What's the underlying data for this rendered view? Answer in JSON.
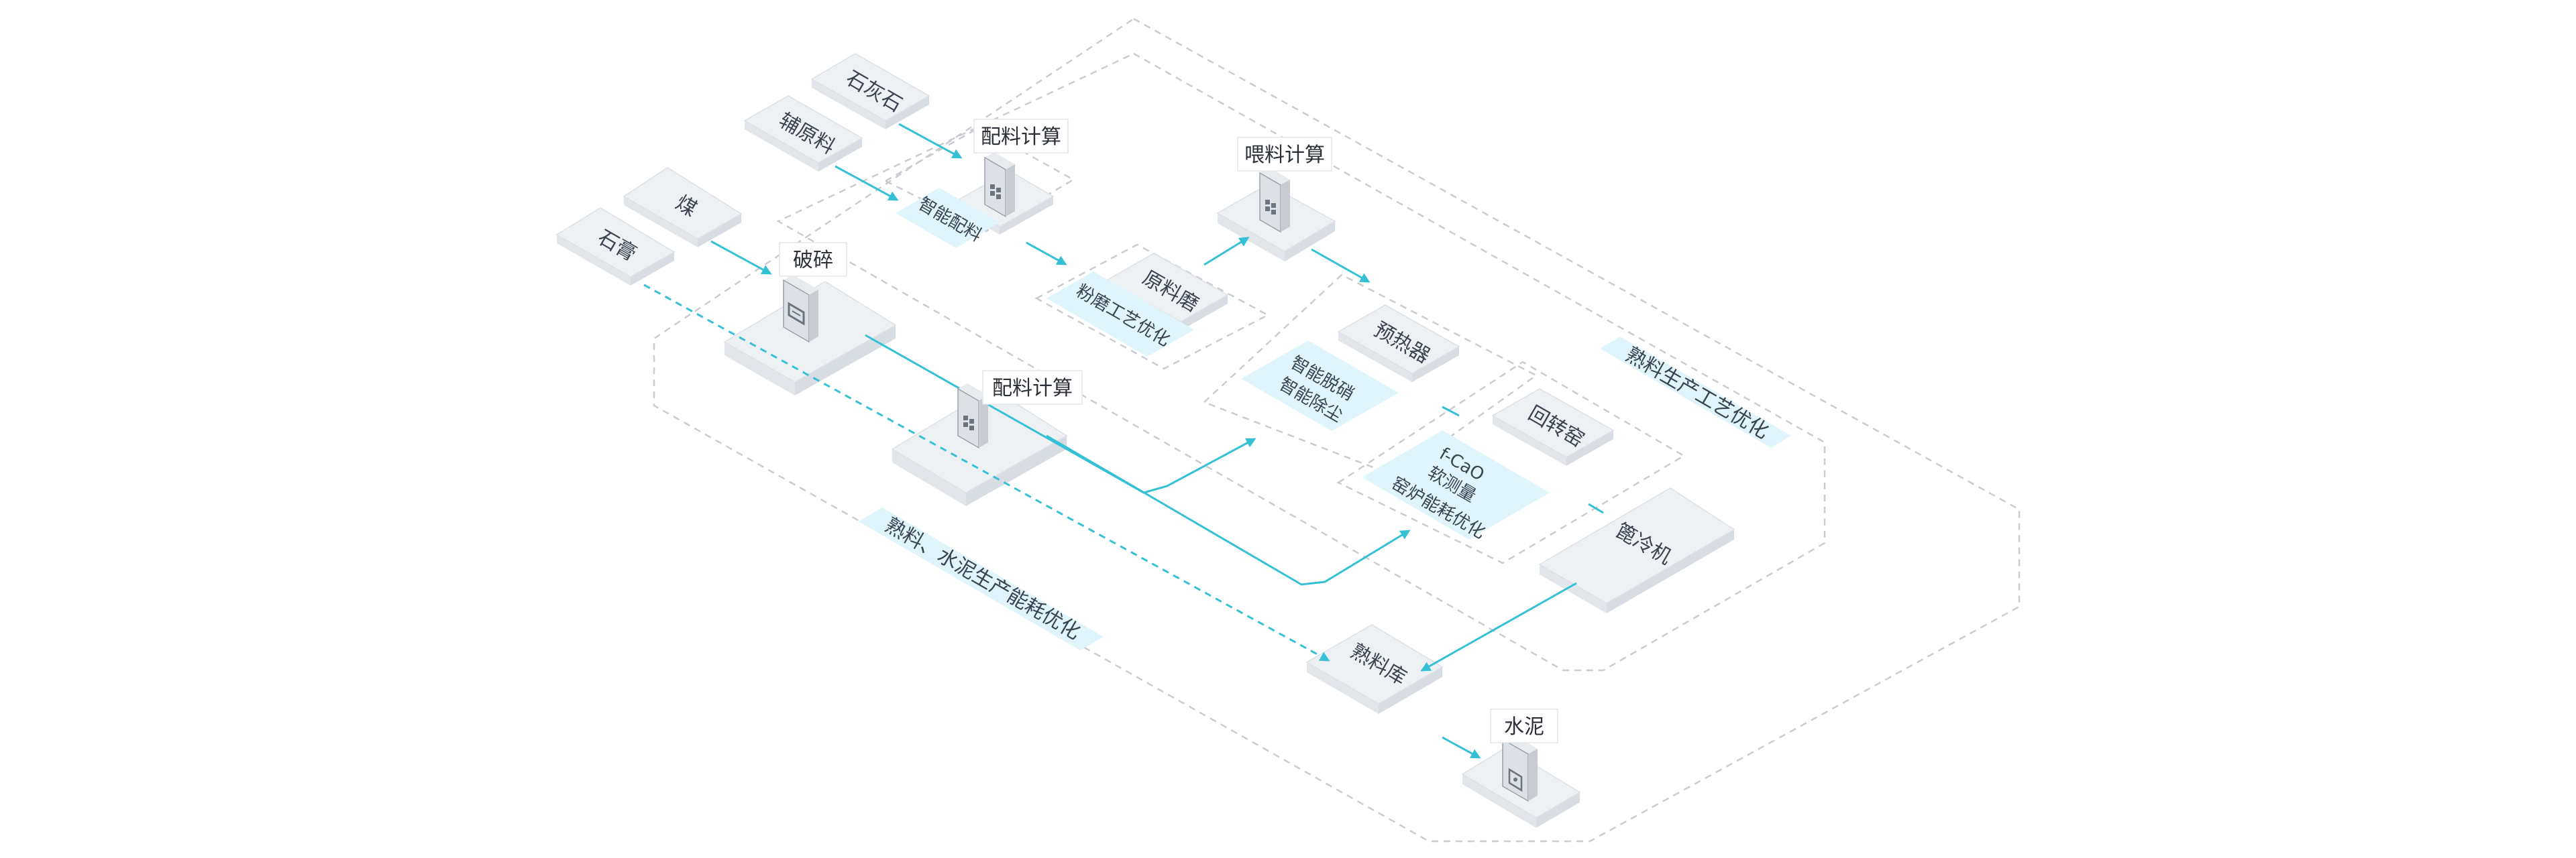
{
  "inputs": {
    "limestone": "石灰石",
    "aux_material": "辅原料",
    "coal": "煤",
    "gypsum": "石膏"
  },
  "callouts": {
    "batching_top": "配料计算",
    "feeding": "喂料计算",
    "crushing": "破碎",
    "batching_mid": "配料计算",
    "cement": "水泥"
  },
  "nodes": {
    "raw_mill": "原料磨",
    "preheater": "预热器",
    "rotary_kiln": "回转窑",
    "cooler": "篦冷机",
    "clinker_silo": "熟料库"
  },
  "tags": {
    "smart_batching": "智能配料",
    "grinding_opt": "粉磨工艺优化",
    "denitration": "智能脱硝",
    "dust_removal": "智能除尘",
    "fcao": "f-CaO",
    "soft_sensor": "软测量",
    "kiln_energy": "窑炉能耗优化"
  },
  "regions": {
    "clinker_process": "熟料生产工艺优化",
    "energy": "熟料、水泥生产能耗优化"
  },
  "colors": {
    "flow": "#35c0d6",
    "plate": "#eef1f4",
    "tag": "#dff5fb",
    "region_border": "#c9ccd1"
  },
  "icons": [
    "server-cabinet-icon",
    "crusher-monitor-icon",
    "cement-bag-icon"
  ]
}
